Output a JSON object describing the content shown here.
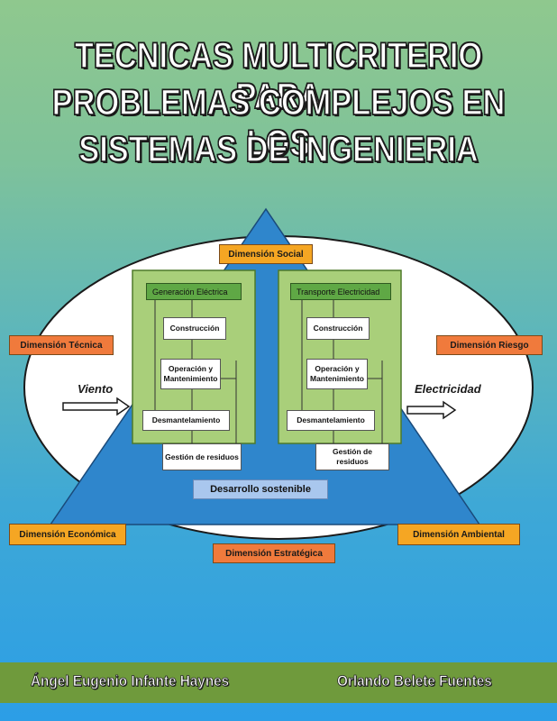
{
  "title": {
    "line1": "TECNICAS MULTICRITERIO PARA",
    "line2": "PROBLEMAS COMPLEJOS EN LOS",
    "line3": "SISTEMAS DE INGENIERIA"
  },
  "diagram": {
    "dimensions": {
      "social": "Dimensión Social",
      "tecnica": "Dimensión Técnica",
      "riesgo": "Dimensión Riesgo",
      "economica": "Dimensión Económica",
      "ambiental": "Dimensión Ambiental",
      "estrategica": "Dimensión Estratégica"
    },
    "input_label": "Viento",
    "output_label": "Electricidad",
    "center_label": "Desarrollo sostenible",
    "left_panel": {
      "header": "Generación Eléctrica",
      "steps": [
        "Construcción",
        "Operación y Mantenimiento",
        "Desmantelamiento",
        "Gestión de residuos"
      ]
    },
    "right_panel": {
      "header": "Transporte Electricidad",
      "steps": [
        "Construcción",
        "Operación y Mantenimiento",
        "Desmantelamiento",
        "Gestión de residuos"
      ]
    }
  },
  "authors": {
    "author1": "Ángel Eugenio Infante Haynes",
    "author2": "Orlando Belete Fuentes"
  },
  "colors": {
    "orange_label": "#f5a623",
    "red_orange_label": "#f07a3c",
    "triangle": "#2f86cc",
    "green_panel": "#a9cf7a",
    "footer": "#6f9a3c"
  }
}
